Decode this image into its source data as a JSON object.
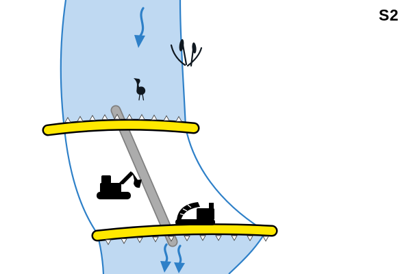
{
  "page_label": "S2",
  "colors": {
    "river-fill": "#BFD9F2",
    "river-stroke": "#2E80C8",
    "arrow-blue": "#2E80C8",
    "barrier-fill": "#FFE800",
    "barrier-outline": "#000000",
    "pipe-fill": "#ACACAC",
    "pipe-outline": "#7F7F7F",
    "machine-black": "#000000",
    "vegetation-dark": "#101820"
  },
  "icons": {
    "upstream_flow_arrow": "wavy-down-arrow-icon",
    "cattails": "cattail-reeds-icon",
    "heron": "wading-bird-icon",
    "bypass_pipe": "gray-bypass-pipe",
    "upper_cofferdam": "yellow-cofferdam-barrier",
    "lower_cofferdam": "yellow-cofferdam-barrier",
    "sheet_pile_markers": "small-triangle-markers",
    "excavator": "tracked-excavator-icon",
    "conveyor_machine": "tracked-conveyor-machine-icon",
    "downstream_flow_arrows": "two-wavy-down-arrows-icon"
  }
}
